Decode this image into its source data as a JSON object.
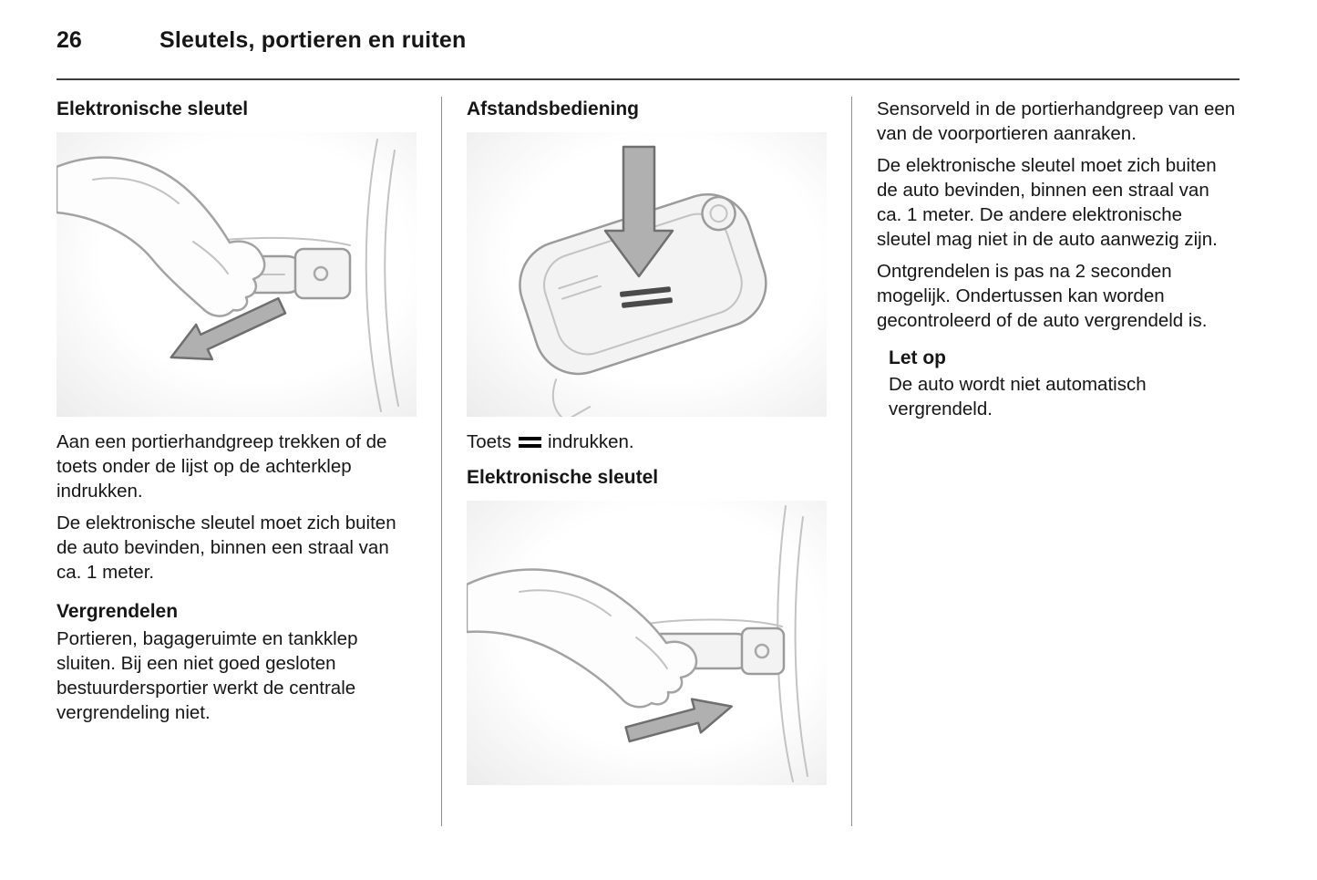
{
  "header": {
    "page_number": "26",
    "chapter_title": "Sleutels, portieren en ruiten"
  },
  "col1": {
    "heading1": "Elektronische sleutel",
    "image1": "hand-pulling-exterior-door-handle-with-arrow-illustration",
    "p1": "Aan een portierhandgreep trekken of de toets onder de lijst op de achterklep indrukken.",
    "p2": "De elektronische sleutel moet zich buiten de auto bevinden, binnen een straal van ca. 1 meter.",
    "heading2": "Vergrendelen",
    "p3": "Portieren, bagageruimte en tankklep sluiten. Bij een niet goed gesloten bestuurdersportier werkt de centrale vergrendeling niet."
  },
  "col2": {
    "heading1": "Afstandsbediening",
    "image1": "remote-control-key-fob-lock-button-press-illustration",
    "toets_before": "Toets",
    "button_icon": "lock-button-two-bars-icon",
    "toets_after": "indrukken.",
    "heading2": "Elektronische sleutel",
    "image2": "hand-touching-door-handle-sensor-illustration"
  },
  "col3": {
    "p1": "Sensorveld in de portierhandgreep van een van de voorportieren aanraken.",
    "p2": "De elektronische sleutel moet zich buiten de auto bevinden, binnen een straal van ca. 1 meter. De andere elektronische sleutel mag niet in de auto aanwezig zijn.",
    "p3": "Ontgrendelen is pas na 2 seconden mogelijk. Ondertussen kan worden gecontroleerd of de auto vergrendeld is.",
    "note_heading": "Let op",
    "note_text": "De auto wordt niet automatisch vergrendeld."
  },
  "colors": {
    "text": "#161616",
    "rule": "#3c3c3c",
    "column_separator": "#8f8f8f",
    "illustration_stroke": "#a8a8a8",
    "arrow_fill": "#b0b0b0"
  }
}
